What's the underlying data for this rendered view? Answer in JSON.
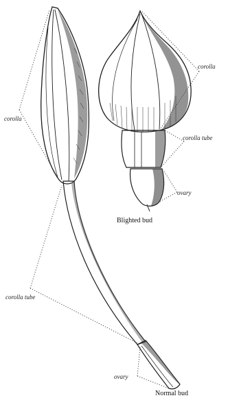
{
  "labels": {
    "corolla_left": "corolla",
    "corolla_tube_left": "corolla tube",
    "ovary_left": "ovary",
    "normal_bud": "Normal bud",
    "corolla_right": "corolla",
    "corolla_tube_right": "corolla tube",
    "ovary_right": "ovary",
    "blighted_bud": "Blighted bud"
  }
}
